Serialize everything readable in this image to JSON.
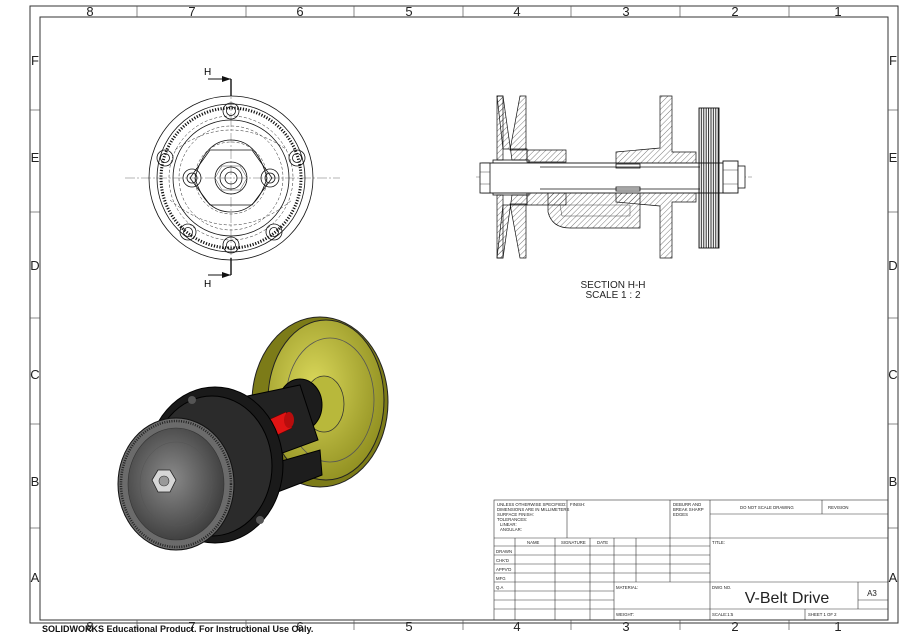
{
  "zones": {
    "columns": [
      "8",
      "7",
      "6",
      "5",
      "4",
      "3",
      "2",
      "1"
    ],
    "rows": [
      "F",
      "E",
      "D",
      "C",
      "B",
      "A"
    ]
  },
  "section_view": {
    "title": "SECTION H-H",
    "scale": "SCALE 1 : 2",
    "cut_label": "H"
  },
  "title_block": {
    "tolerance_note": [
      "UNLESS OTHERWISE SPECIFIED:",
      "DIMENSIONS ARE IN MILLIMETERS",
      "SURFACE FINISH:",
      "TOLERANCES:",
      "LINEAR:",
      "ANGULAR:"
    ],
    "finish_label": "FINISH:",
    "deburr_note": [
      "DEBURR AND",
      "BREAK SHARP",
      "EDGES"
    ],
    "do_not_scale": "DO NOT SCALE DRAWING",
    "revision_label": "REVISION",
    "col_name": "NAME",
    "col_signature": "SIGNATURE",
    "col_date": "DATE",
    "rows": [
      "DRAWN",
      "CHK'D",
      "APPV'D",
      "MFG",
      "Q.A"
    ],
    "title_label": "TITLE:",
    "material_label": "MATERIAL:",
    "dwg_no_label": "DWG NO.",
    "drawing_title": "V-Belt Drive",
    "sheet_size": "A3",
    "weight_label": "WEIGHT:",
    "scale_label": "SCALE:1:5",
    "sheet_label": "SHEET 1 OF 2"
  },
  "watermark": "SOLIDWORKS Educational Product. For Instructional Use Only."
}
